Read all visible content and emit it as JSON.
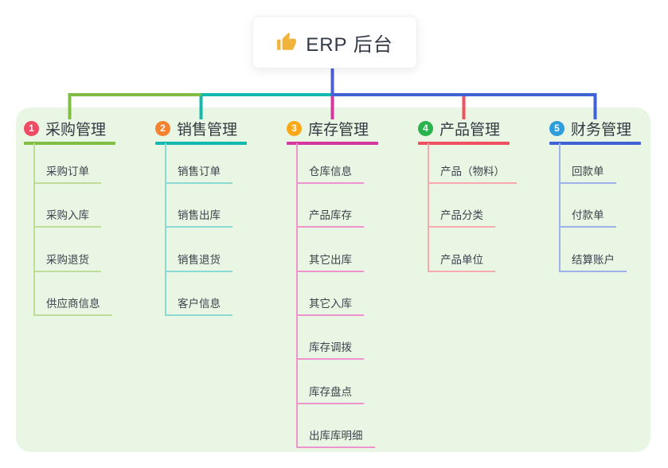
{
  "root": {
    "label": "ERP 后台",
    "icon": "thumbs-up"
  },
  "colors": {
    "page_bg": "#ffffff",
    "panel_bg": "#e9f6e4",
    "root_line": "#4e5fd3",
    "root_text": "#333a45",
    "branch_text": "#333a42",
    "child_text": "#3c434d",
    "thumb_icon": "#f2b33d"
  },
  "branches": [
    {
      "index": "1",
      "label": "采购管理",
      "badge_color": "#ef4b63",
      "line_color": "#7fbe42",
      "child_line_color": "#bedd99",
      "children": [
        {
          "label": "采购订单"
        },
        {
          "label": "采购入库"
        },
        {
          "label": "采购退货"
        },
        {
          "label": "供应商信息"
        }
      ]
    },
    {
      "index": "2",
      "label": "销售管理",
      "badge_color": "#f5822e",
      "line_color": "#13b8ae",
      "child_line_color": "#8ad9d2",
      "children": [
        {
          "label": "销售订单"
        },
        {
          "label": "销售出库"
        },
        {
          "label": "销售退货"
        },
        {
          "label": "客户信息"
        }
      ]
    },
    {
      "index": "3",
      "label": "库存管理",
      "badge_color": "#fba919",
      "line_color": "#d4379e",
      "child_line_color": "#ee93cb",
      "children": [
        {
          "label": "仓库信息"
        },
        {
          "label": "产品库存"
        },
        {
          "label": "其它出库"
        },
        {
          "label": "其它入库"
        },
        {
          "label": "库存调拨"
        },
        {
          "label": "库存盘点"
        },
        {
          "label": "出库库明细"
        }
      ]
    },
    {
      "index": "4",
      "label": "产品管理",
      "badge_color": "#2bb44e",
      "line_color": "#f1515f",
      "child_line_color": "#f8a9ad",
      "children": [
        {
          "label": "产品（物料）"
        },
        {
          "label": "产品分类"
        },
        {
          "label": "产品单位"
        }
      ]
    },
    {
      "index": "5",
      "label": "财务管理",
      "badge_color": "#2f9ddc",
      "line_color": "#3f63d4",
      "child_line_color": "#9db2e8",
      "children": [
        {
          "label": "回款单"
        },
        {
          "label": "付款单"
        },
        {
          "label": "结算账户"
        }
      ]
    }
  ]
}
